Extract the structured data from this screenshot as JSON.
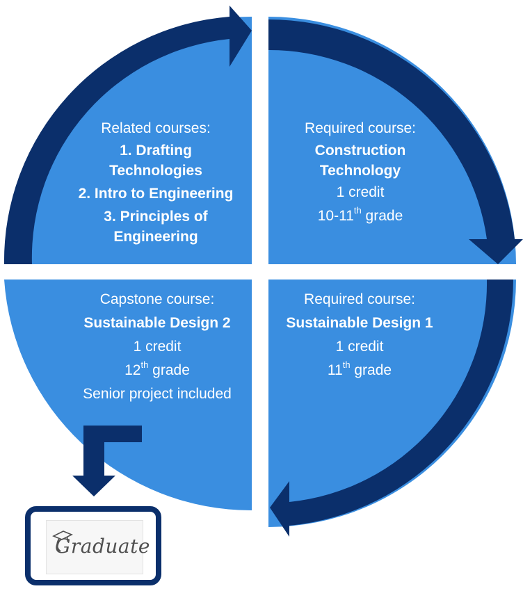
{
  "colors": {
    "quadrant_fill": "#3a8ee0",
    "arrow_fill": "#0b2f6b",
    "text": "#ffffff"
  },
  "quadrants": {
    "top_left": {
      "label": "Related courses:",
      "items": [
        "1. Drafting",
        "Technologies",
        "2. Intro to Engineering",
        "3. Principles of",
        "Engineering"
      ]
    },
    "top_right": {
      "label": "Required course:",
      "title_line1": "Construction",
      "title_line2": "Technology",
      "credit": "1 credit",
      "grade_prefix": "10-11",
      "grade_sup": "th",
      "grade_suffix": " grade"
    },
    "bottom_right": {
      "label": "Required course:",
      "title": "Sustainable Design 1",
      "credit": "1 credit",
      "grade_prefix": "11",
      "grade_sup": "th",
      "grade_suffix": " grade"
    },
    "bottom_left": {
      "label": "Capstone course:",
      "title": "Sustainable Design 2",
      "credit": "1 credit",
      "grade_prefix": "12",
      "grade_sup": "th",
      "grade_suffix": " grade",
      "note": "Senior project included"
    }
  },
  "graduate": {
    "text": "Graduate",
    "icon": "graduation-cap-icon"
  }
}
